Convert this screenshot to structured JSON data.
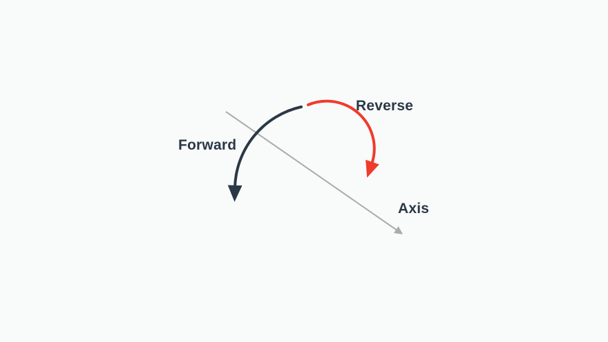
{
  "diagram": {
    "labels": {
      "forward": "Forward",
      "reverse": "Reverse",
      "axis": "Axis"
    },
    "colors": {
      "background": "#f9fafa",
      "forward_arrow": "#2b3847",
      "reverse_arrow": "#f03b2c",
      "axis_line": "#a9abae",
      "label_text": "#2b3847"
    }
  }
}
